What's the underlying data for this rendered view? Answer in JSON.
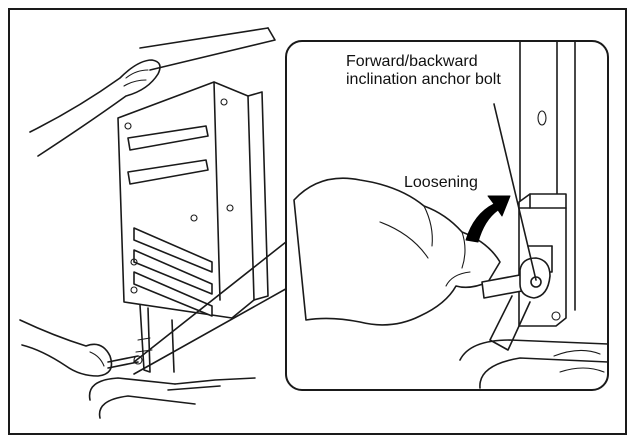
{
  "labels": {
    "anchor_bolt_line1": "Forward/backward",
    "anchor_bolt_line2": "inclination anchor bolt",
    "loosening": "Loosening"
  },
  "colors": {
    "line": "#1a1a1a",
    "background": "#ffffff",
    "arrow": "#000000"
  }
}
